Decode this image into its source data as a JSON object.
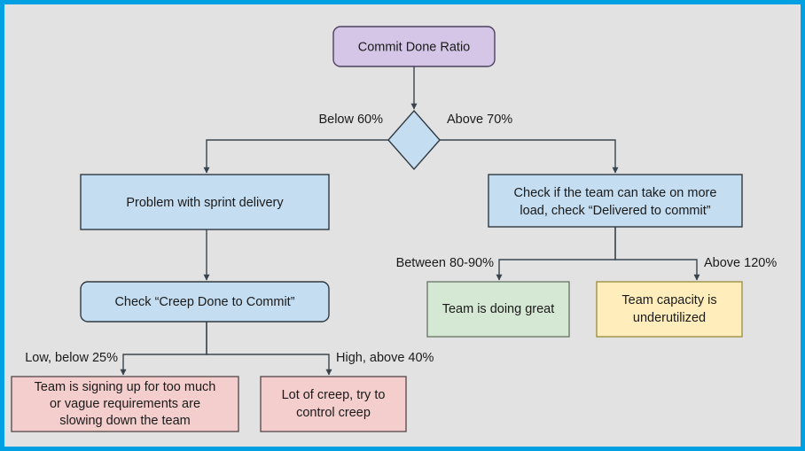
{
  "diagram": {
    "title": "Commit Done Ratio decision flowchart",
    "background_color": "#e2e2e2",
    "frame_color": "#00a0e3",
    "nodes": {
      "root": {
        "label": "Commit Done Ratio",
        "fill": "#d5c6e8",
        "stroke": "#4d4060",
        "shape": "rounded-rect"
      },
      "decision": {
        "label": "",
        "fill": "#c5ddf0",
        "stroke": "#2f3a42",
        "shape": "diamond"
      },
      "problem_sprint": {
        "label": "Problem with sprint delivery",
        "fill": "#c5ddf0",
        "stroke": "#2f3a42",
        "shape": "rect"
      },
      "check_capacity": {
        "line1": "Check if the team can take on more",
        "line2": "load, check “Delivered to commit”",
        "fill": "#c5ddf0",
        "stroke": "#2f3a42",
        "shape": "rect"
      },
      "check_creep": {
        "label": "Check “Creep Done to Commit”",
        "fill": "#c5ddf0",
        "stroke": "#2f3a42",
        "shape": "rounded-rect"
      },
      "doing_great": {
        "label": "Team is doing great",
        "fill": "#d5e8d4",
        "stroke": "#6c7a6b",
        "shape": "rect"
      },
      "underutilized": {
        "line1": "Team capacity is",
        "line2": "underutilized",
        "fill": "#ffeebb",
        "stroke": "#9d9144",
        "shape": "rect"
      },
      "signing_up": {
        "line1": "Team is signing up for too much",
        "line2": "or vague requirements are",
        "line3": "slowing down the team",
        "fill": "#f3cecd",
        "stroke": "#5c5152",
        "shape": "rect"
      },
      "lot_of_creep": {
        "line1": "Lot of creep, try to",
        "line2": "control creep",
        "fill": "#f3cecd",
        "stroke": "#5c5152",
        "shape": "rect"
      }
    },
    "edge_labels": {
      "below_60": "Below 60%",
      "above_70": "Above 70%",
      "between_80_90": "Between 80-90%",
      "above_120": "Above 120%",
      "low_below_25": "Low, below 25%",
      "high_above_40": "High, above 40%"
    }
  }
}
